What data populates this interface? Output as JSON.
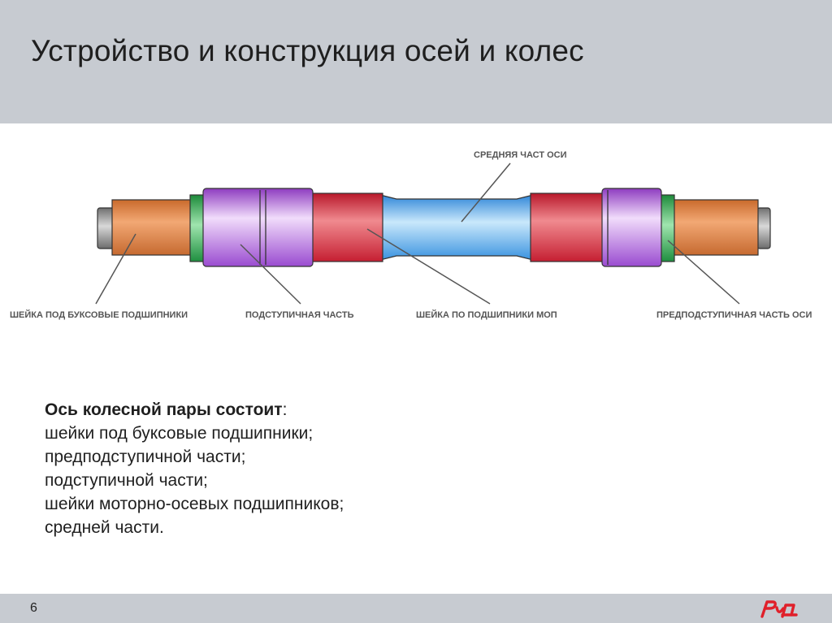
{
  "slide": {
    "title": "Устройство и конструкция осей и колес",
    "page_number": "6",
    "logo_text": "РЖД"
  },
  "diagram": {
    "labels": {
      "middle": "СРЕДНЯЯ ЧАСТ ОСИ",
      "journal": "ШЕЙКА ПОД БУКСОВЫЕ ПОДШИПНИКИ",
      "wheel_seat": "ПОДСТУПИЧНАЯ ЧАСТЬ",
      "motor_journal": "ШЕЙКА ПО ПОДШИПНИКИ МОП",
      "pre_wheel_seat": "ПРЕДПОДСТУПИЧНАЯ ЧАСТЬ ОСИ"
    },
    "colors": {
      "journal": "#e8955a",
      "collar": "#3fae5a",
      "wheel_seat": "#b56fd8",
      "motor_journal": "#d83a4a",
      "middle": "#4aa3e3",
      "end": "#8a8a8a"
    }
  },
  "content": {
    "lead": "Ось колесной пары состоит",
    "lead_suffix": ":",
    "items": [
      "шейки под буксовые подшипники;",
      "предподступичной части;",
      "подступичной части;",
      "шейки моторно-осевых подшипников;",
      "средней части."
    ]
  }
}
